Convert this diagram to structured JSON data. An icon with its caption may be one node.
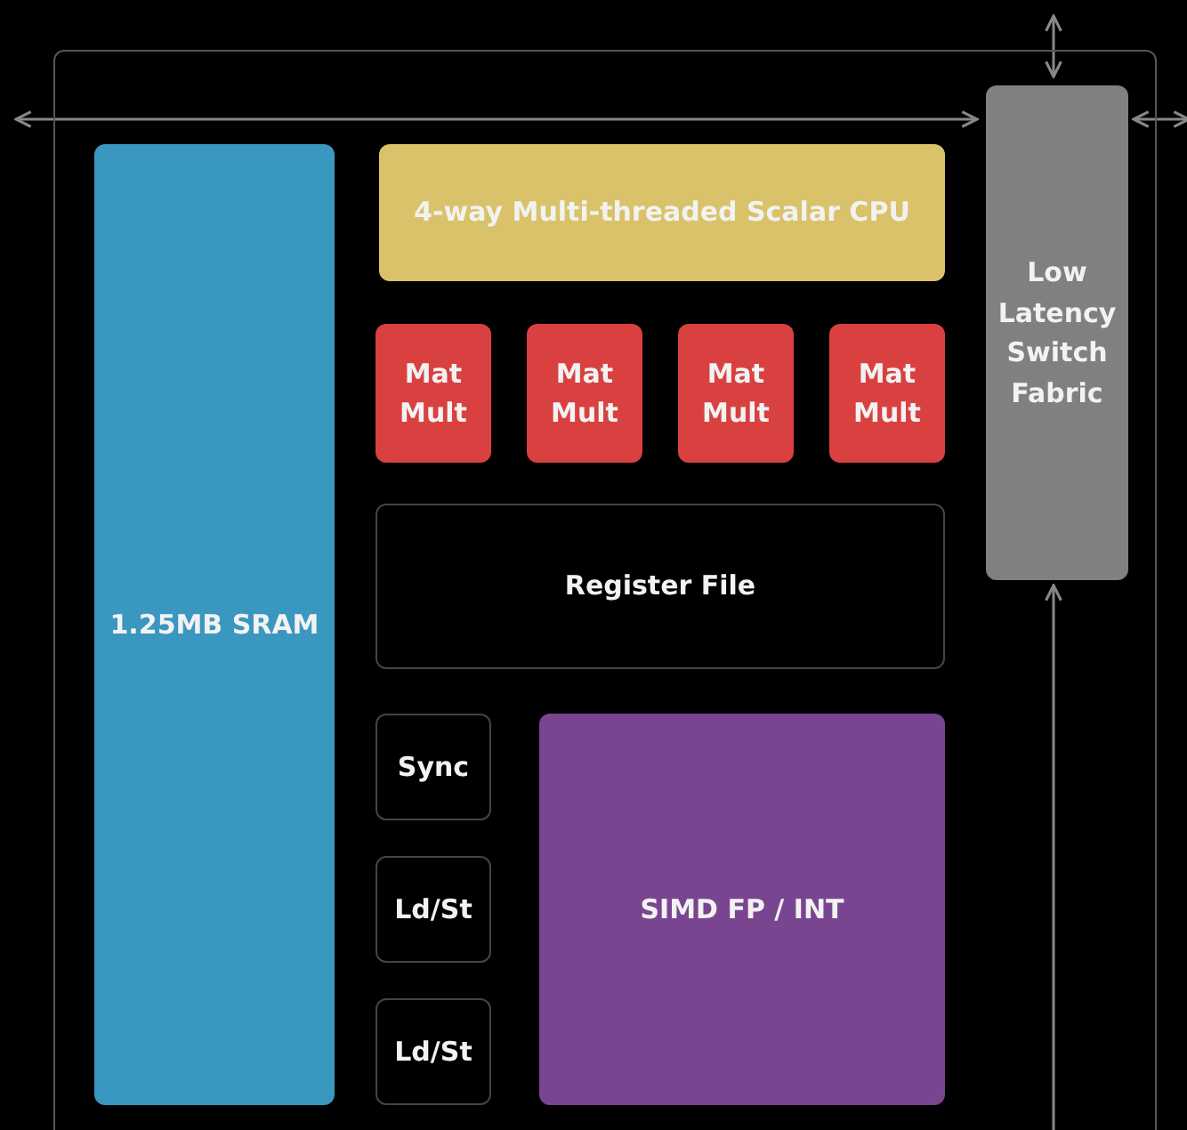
{
  "diagram": {
    "nodes": [
      {
        "text": [],
        "shape": "box"
      },
      {
        "text": [
          "1.25MB SRAM"
        ],
        "in": 0
      },
      {
        "text": [
          "4-way Multi-threaded Scalar CPU"
        ],
        "in": 0
      },
      {
        "text": [
          "Mat Mult"
        ],
        "in": 0
      },
      {
        "text": [
          "Mat Mult"
        ],
        "in": 0
      },
      {
        "text": [
          "Mat Mult"
        ],
        "in": 0
      },
      {
        "text": [
          "Mat Mult"
        ],
        "in": 0
      },
      {
        "text": [
          "Register File"
        ],
        "in": 0
      },
      {
        "text": [
          "Sync"
        ],
        "in": 0
      },
      {
        "text": [
          "Ld/St"
        ],
        "in": 0
      },
      {
        "text": [
          "Ld/St"
        ],
        "in": 0
      },
      {
        "text": [
          "SIMD FP / INT"
        ],
        "in": 0
      },
      {
        "text": [
          "Low Latency Switch Fabric"
        ],
        "in": 0
      }
    ],
    "edges": [
      {
        "from": null,
        "to": 12,
        "arrow": "both"
      },
      {
        "from": null,
        "to": 12,
        "arrow": "both"
      },
      {
        "from": 12,
        "to": null,
        "arrow": "both"
      },
      {
        "from": null,
        "to": 12,
        "arrow": "to"
      }
    ]
  }
}
